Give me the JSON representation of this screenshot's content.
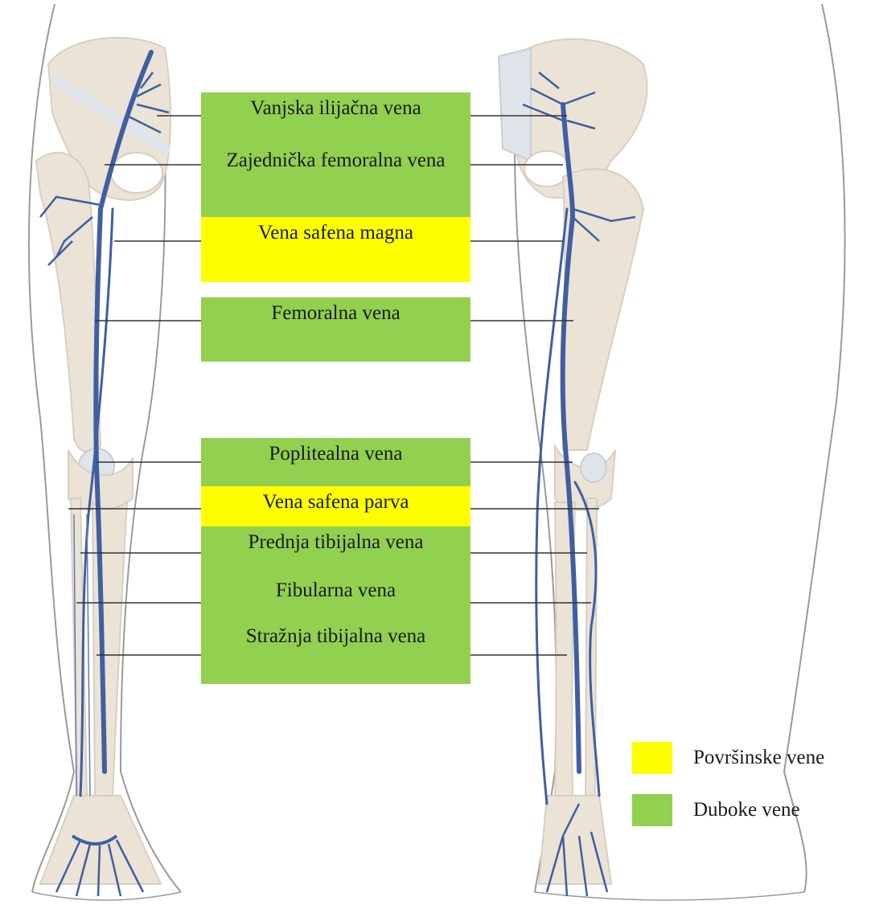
{
  "colors": {
    "deep": "#92d050",
    "superficial": "#ffff00",
    "vein": "#3f5fa2",
    "bone": "#ebe3d6",
    "outline": "#9a9a9a",
    "leader": "#333333"
  },
  "labels": [
    {
      "id": "external-iliac",
      "text": "Vanjska ilijačna vena",
      "type": "deep"
    },
    {
      "id": "common-femoral",
      "text": "Zajednička femoralna vena",
      "type": "deep"
    },
    {
      "id": "great-saphenous",
      "text": "Vena safena magna",
      "type": "superficial"
    },
    {
      "id": "femoral",
      "text": "Femoralna vena",
      "type": "deep"
    },
    {
      "id": "popliteal",
      "text": "Poplitealna vena",
      "type": "deep"
    },
    {
      "id": "small-saphenous",
      "text": "Vena safena parva",
      "type": "superficial"
    },
    {
      "id": "anterior-tibial",
      "text": "Prednja tibijalna vena",
      "type": "deep"
    },
    {
      "id": "fibular",
      "text": "Fibularna vena",
      "type": "deep"
    },
    {
      "id": "posterior-tibial",
      "text": "Stražnja tibijalna vena",
      "type": "deep"
    }
  ],
  "legend": {
    "superficial": "Površinske vene",
    "deep": "Duboke vene"
  }
}
